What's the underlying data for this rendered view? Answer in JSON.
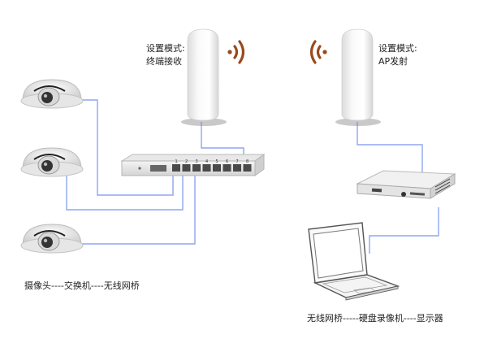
{
  "left_ap": {
    "mode_label": "设置模式:",
    "mode_value": "终端接收"
  },
  "right_ap": {
    "mode_label": "设置模式:",
    "mode_value": "AP发射"
  },
  "switch": {
    "port_numbers": [
      "1",
      "2",
      "3",
      "4",
      "5",
      "6",
      "7",
      "8"
    ]
  },
  "captions": {
    "left": "摄像头----交换机----无线网桥",
    "right": "无线网桥-----硬盘录像机----显示器"
  },
  "colors": {
    "cable": "#8fa6f2",
    "signal": "#9a4a1c",
    "device_body": "#f2f2f2",
    "device_dark": "#3a3a3a"
  }
}
